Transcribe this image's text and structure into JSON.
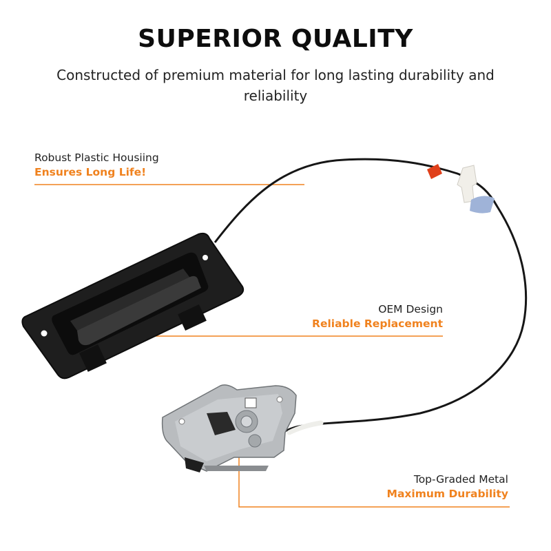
{
  "heading": {
    "title": "SUPERIOR QUALITY",
    "subtitle": "Constructed of premium material for long lasting durability and reliability"
  },
  "callouts": [
    {
      "line1": "Robust Plastic Housiing",
      "line2": "Ensures Long Life!"
    },
    {
      "line1": "OEM Design",
      "line2": "Reliable Replacement"
    },
    {
      "line1": "Top-Graded Metal",
      "line2": "Maximum Durability"
    }
  ],
  "colors": {
    "accent": "#f0821e",
    "text": "#222222",
    "part": "#1b1b1b",
    "metal": "#b9bcbf"
  },
  "product": {
    "icon": "tailgate-handle-latch-cable-assembly"
  }
}
